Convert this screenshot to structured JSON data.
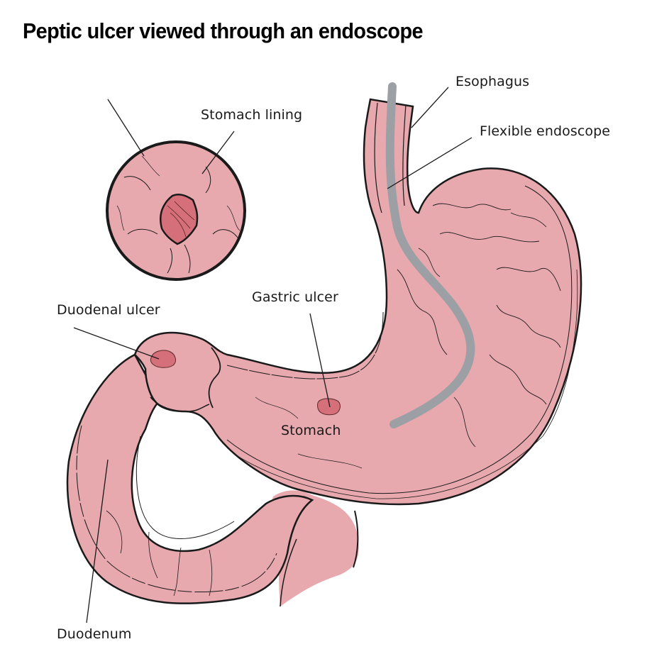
{
  "title": "Peptic ulcer viewed through an endoscope",
  "labels": {
    "stomach_lining": "Stomach lining",
    "esophagus": "Esophagus",
    "flexible_endoscope": "Flexible endoscope",
    "duodenal_ulcer": "Duodenal ulcer",
    "gastric_ulcer": "Gastric ulcer",
    "stomach": "Stomach",
    "duodenum": "Duodenum"
  },
  "colors": {
    "tissue_pink": "#e8a9ae",
    "ulcer_red": "#d56f79",
    "endoscope_gray": "#9c9fa3",
    "outline": "#1a1a1a",
    "background": "#ffffff"
  }
}
